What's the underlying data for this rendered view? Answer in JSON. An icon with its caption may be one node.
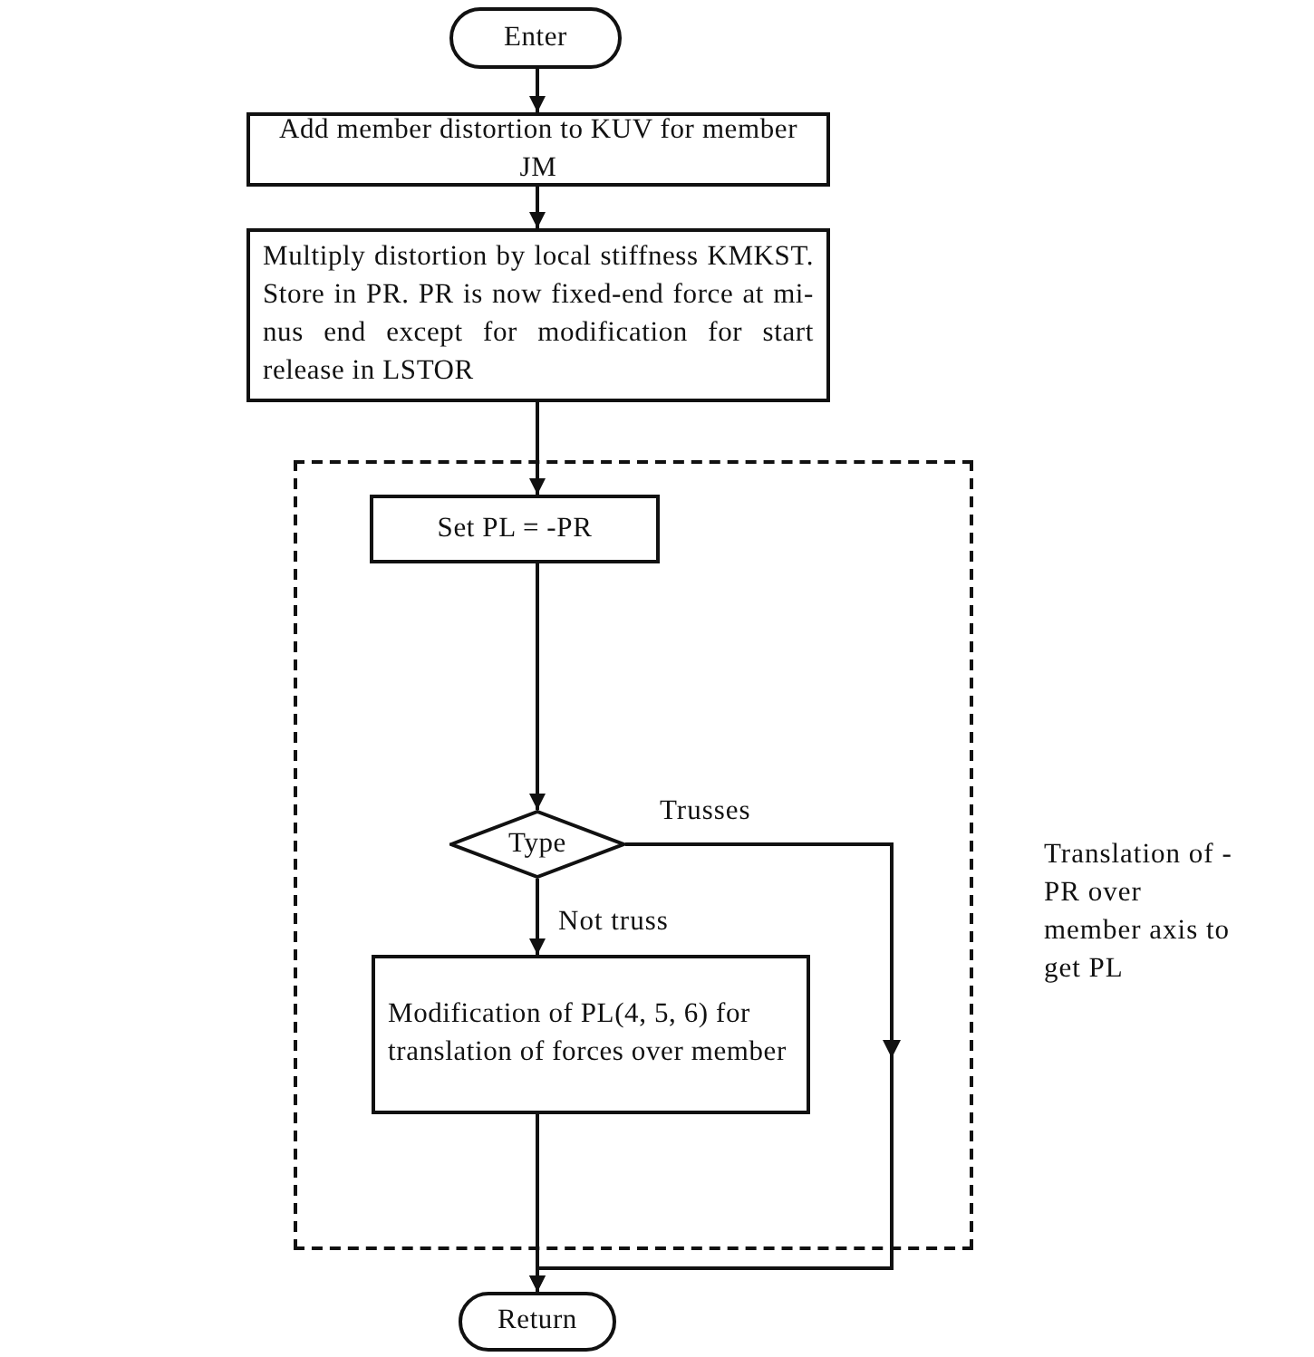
{
  "diagram": {
    "nodes": [
      {
        "text": [
          "Enter"
        ]
      },
      {
        "text": [
          "Add member distortion to KUV for member JM"
        ]
      },
      {
        "text": [
          "Multiply distortion by local stiffness KMKST. Store in PR. PR is now fixed-end force at mi- nus end except for modification for start release in LSTOR"
        ]
      },
      {
        "text": [],
        "shape": "box",
        "beside": [
          "Translation of -PR over member axis to get PL"
        ]
      },
      {
        "text": [
          "Set PL = -PR"
        ],
        "in": 3
      },
      {
        "text": [
          "Type"
        ],
        "in": 3
      },
      {
        "text": [
          "Modification of PL(4, 5, 6) for translation of forces over member"
        ],
        "in": 3
      },
      {
        "text": [
          "Return"
        ]
      }
    ],
    "edges": [
      {
        "from": 0,
        "to": 1,
        "arrow": "to"
      },
      {
        "from": 1,
        "to": 2,
        "arrow": "to"
      },
      {
        "from": 2,
        "to": 4,
        "arrow": "to"
      },
      {
        "from": 4,
        "to": 5,
        "arrow": "to"
      },
      {
        "from": 5,
        "to": 6,
        "arrow": "to",
        "label": "Not truss"
      },
      {
        "from": 5,
        "to": 7,
        "arrow": "to",
        "label": "Trusses"
      },
      {
        "from": 6,
        "to": 7,
        "arrow": "to"
      }
    ]
  }
}
